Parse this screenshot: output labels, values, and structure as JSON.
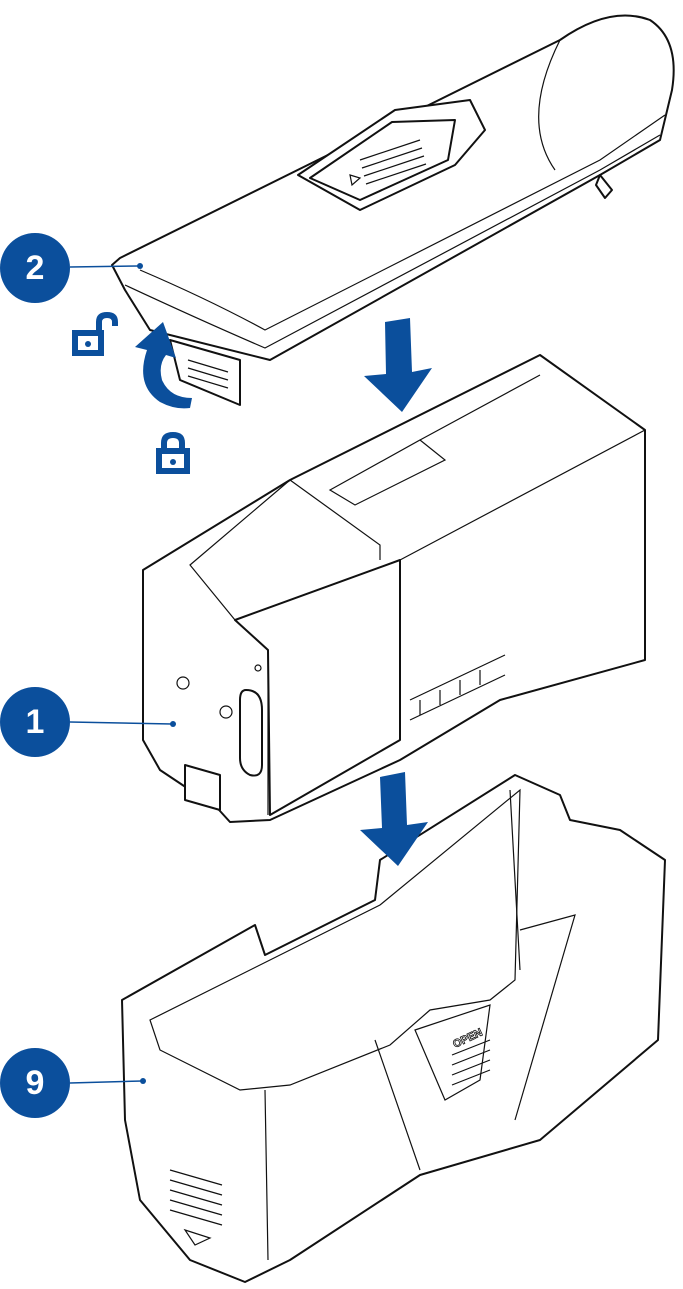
{
  "accent_color": "#0b4f9c",
  "callouts": [
    {
      "number": "2",
      "part": "cover"
    },
    {
      "number": "1",
      "part": "battery-module"
    },
    {
      "number": "9",
      "part": "case"
    }
  ],
  "case_label": "OPEN",
  "icons": [
    "unlock-icon",
    "lock-icon",
    "rotate-arrow-icon",
    "down-arrow-icon"
  ]
}
